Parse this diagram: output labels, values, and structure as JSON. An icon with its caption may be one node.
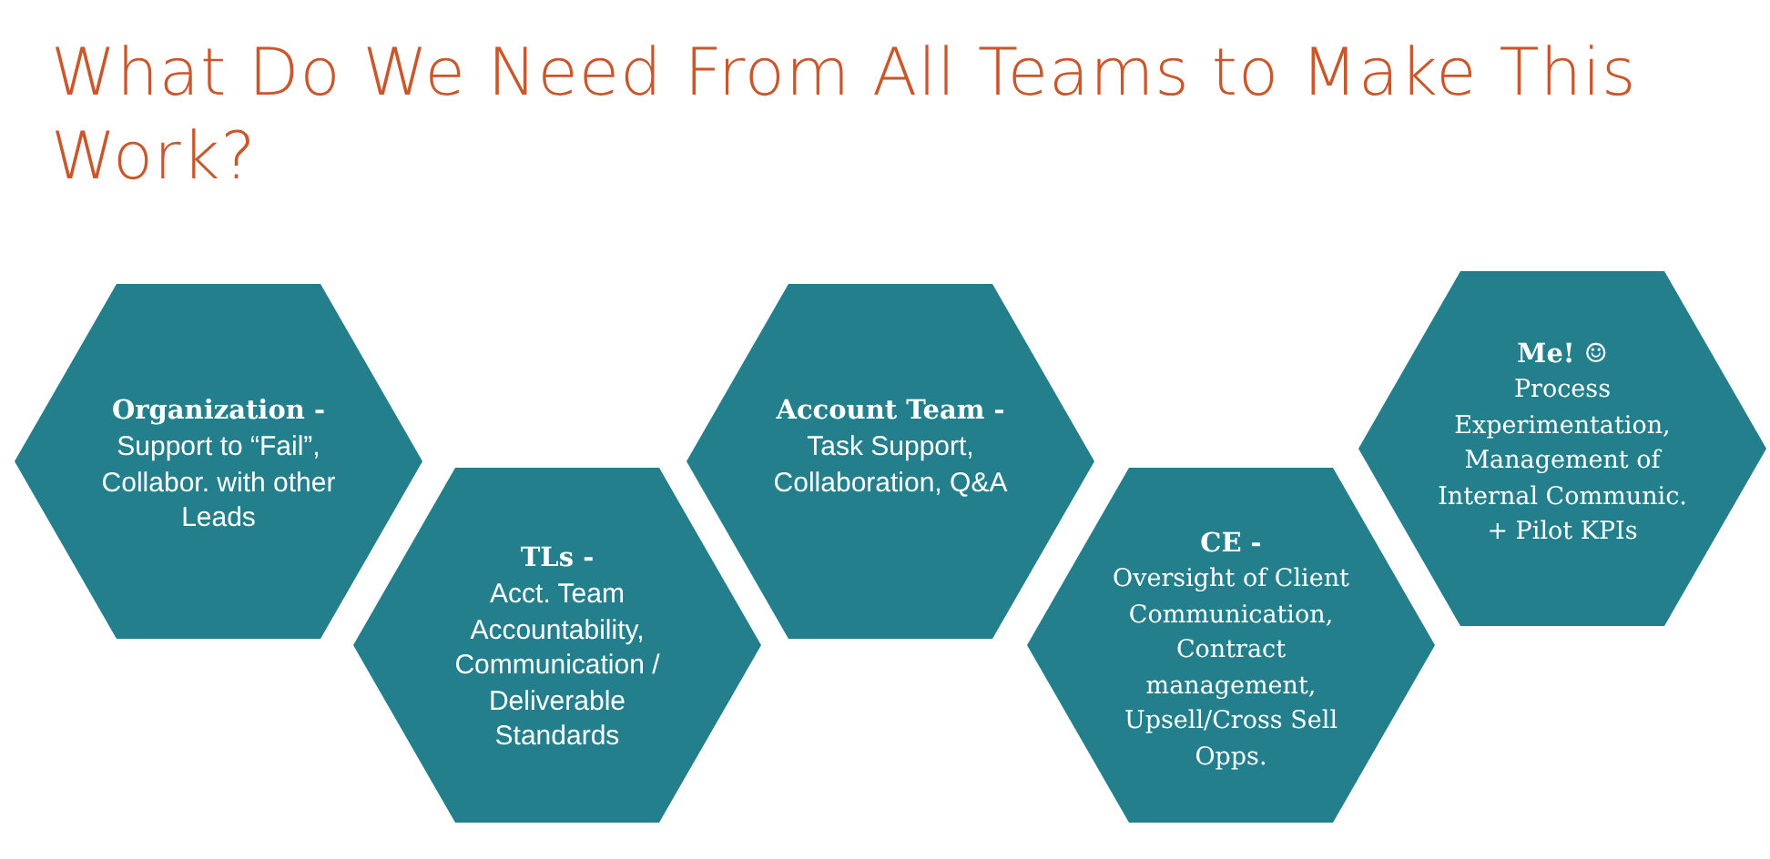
{
  "diagram": {
    "title": "What Do We Need From All Teams to Make This Work?",
    "nodes": [
      {
        "text": [
          "Organization -",
          "Support to “Fail”, Collabor. with other Leads"
        ]
      },
      {
        "text": [
          "TLs -",
          "Acct. Team Accountability, Communication / Deliverable Standards"
        ]
      },
      {
        "text": [
          "Account Team -",
          "Task Support, Collaboration, Q&A"
        ]
      },
      {
        "text": [
          "CE -",
          "Oversight of Client Communication, Contract management, Upsell/Cross Sell Opps."
        ]
      },
      {
        "text": [
          "Me! ☺",
          "Process Experimentation, Management of Internal Communic. + Pilot KPIs"
        ]
      }
    ]
  }
}
